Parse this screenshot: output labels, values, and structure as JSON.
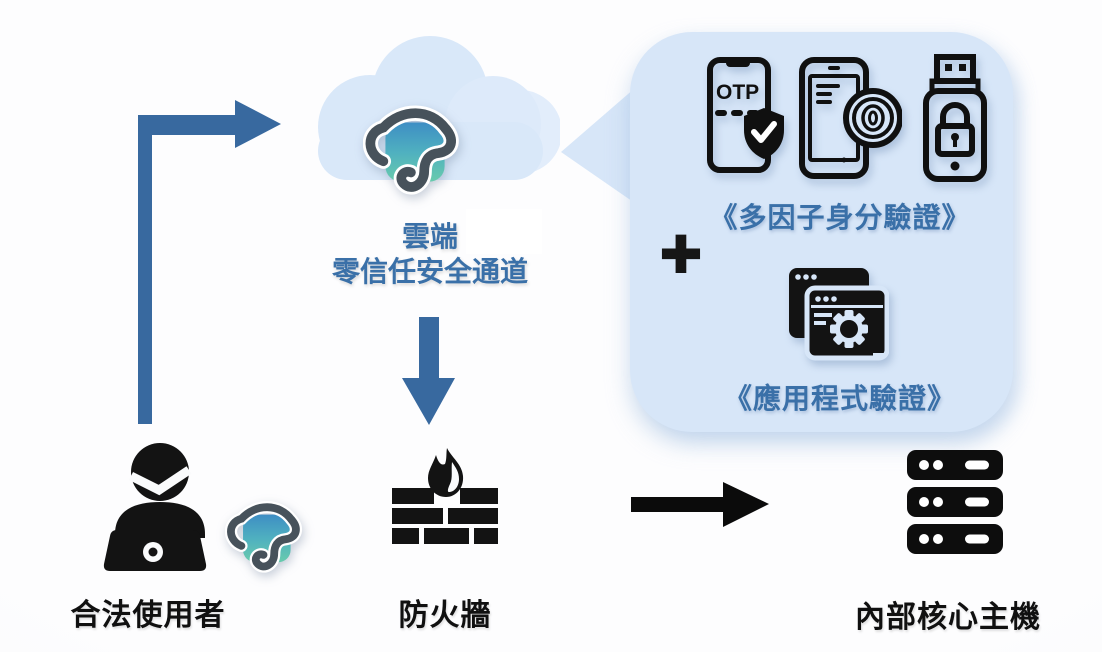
{
  "diagram": {
    "cloud_label": {
      "line1": "雲端",
      "line2": "零信任安全通道"
    },
    "bubble": {
      "mfa_label": "《多因子身分驗證》",
      "app_label": "《應用程式驗證》",
      "otp_text": "OTP",
      "plus": "+"
    },
    "node_labels": {
      "user": "合法使用者",
      "firewall": "防火牆",
      "server": "內部核心主機"
    },
    "icons": {
      "cloud": "cloud-icon",
      "logo": "zero-trust-brand-logo",
      "otp": "otp-phone-shield-icon",
      "fingerprint": "fingerprint-phone-icon",
      "usb": "usb-security-key-lock-icon",
      "app": "app-window-gear-icon",
      "user": "user-at-laptop-icon",
      "firewall": "firewall-flame-icon",
      "server": "server-stack-icon"
    },
    "colors": {
      "arrow_blue": "#38699F",
      "label_blue": "#3A70A8",
      "bubble_bg": "#D7E6F8",
      "cloud_bg": "#D9E8F9",
      "icon_black": "#141414",
      "background": "#FAFBFC"
    }
  }
}
